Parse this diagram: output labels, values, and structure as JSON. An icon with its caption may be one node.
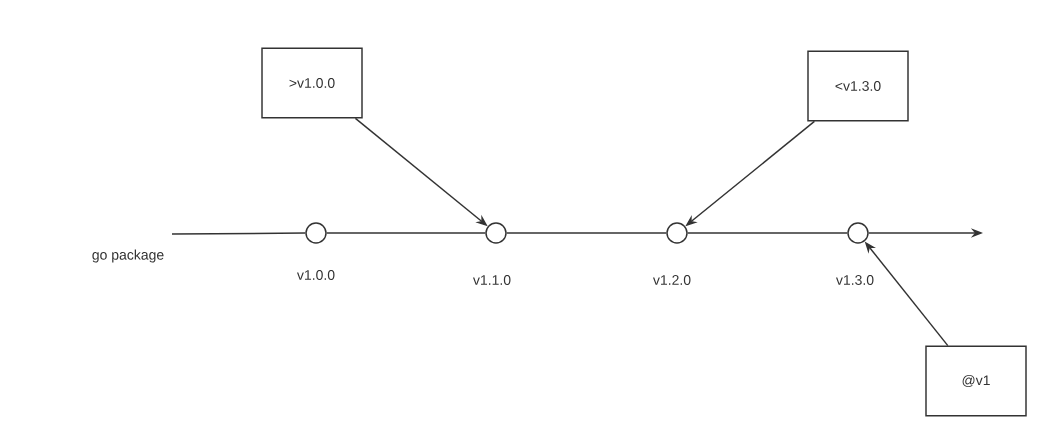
{
  "diagram": {
    "nodes": [
      {
        "text": [],
        "shape": "circle",
        "beside": [
          "v1.0.0"
        ]
      },
      {
        "text": [],
        "shape": "circle",
        "beside": [
          "v1.1.0"
        ]
      },
      {
        "text": [],
        "shape": "circle",
        "beside": [
          "v1.2.0"
        ]
      },
      {
        "text": [],
        "shape": "circle",
        "beside": [
          "v1.3.0"
        ]
      },
      {
        "text": [
          ">v1.0.0"
        ]
      },
      {
        "text": [
          "<v1.3.0"
        ]
      },
      {
        "text": [
          "@v1"
        ]
      }
    ],
    "edges": [
      {
        "from": null,
        "to": 0,
        "arrow": "none"
      },
      {
        "from": 0,
        "to": 1,
        "arrow": "none"
      },
      {
        "from": 1,
        "to": 2,
        "arrow": "none"
      },
      {
        "from": 2,
        "to": 3,
        "arrow": "none"
      },
      {
        "from": 3,
        "to": null,
        "arrow": "to"
      },
      {
        "from": 4,
        "to": 1,
        "arrow": "to"
      },
      {
        "from": 5,
        "to": 2,
        "arrow": "to"
      },
      {
        "from": 6,
        "to": 3,
        "arrow": "to"
      }
    ],
    "labels": [
      "go package"
    ]
  }
}
